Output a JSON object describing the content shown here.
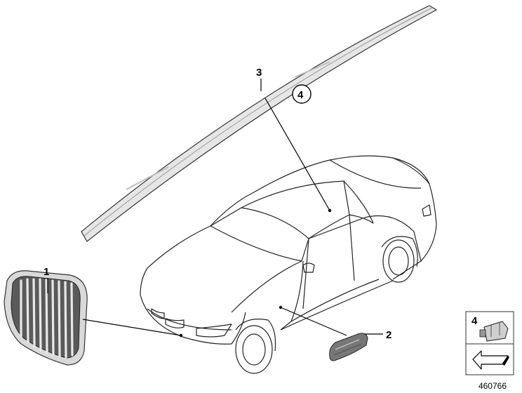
{
  "callouts": {
    "grille": "1",
    "side_indicator": "2",
    "roof_trim": "3",
    "circled_note": "4",
    "legend_box": "4"
  },
  "diagram_number": "460766"
}
